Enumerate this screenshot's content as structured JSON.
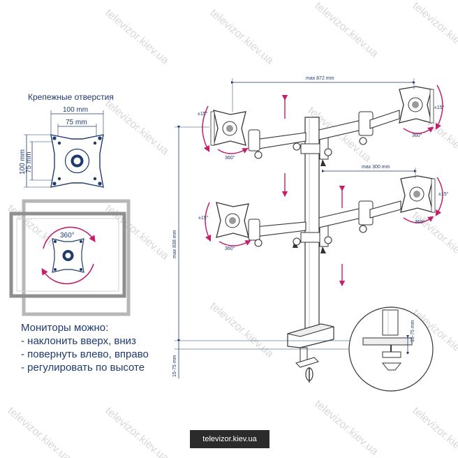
{
  "mounting": {
    "title": "Крепежные отверстия",
    "dim_100_h": "100 mm",
    "dim_75_h": "75 mm",
    "dim_100_v": "100 mm",
    "dim_75_v": "75 mm",
    "rotation": "360°"
  },
  "features": {
    "heading": "Мониторы можно:",
    "items": [
      "- наклонить вверх, вниз",
      "- повернуть влево, вправо",
      "- регулировать по высоте"
    ]
  },
  "dimensions": {
    "width": "max 872 mm",
    "arm_reach": "max 300 mm",
    "height": "max 838 mm",
    "clamp_left": "15-75 mm",
    "clamp_detail": "15-75 mm"
  },
  "angles": {
    "tilt": "±15°",
    "rotate": "360°"
  },
  "watermark": "televizor.kiev.ua",
  "badge": "televizor.kiev.ua",
  "colors": {
    "text": "#1f3a6e",
    "accent": "#c2206c",
    "line": "#333333"
  }
}
